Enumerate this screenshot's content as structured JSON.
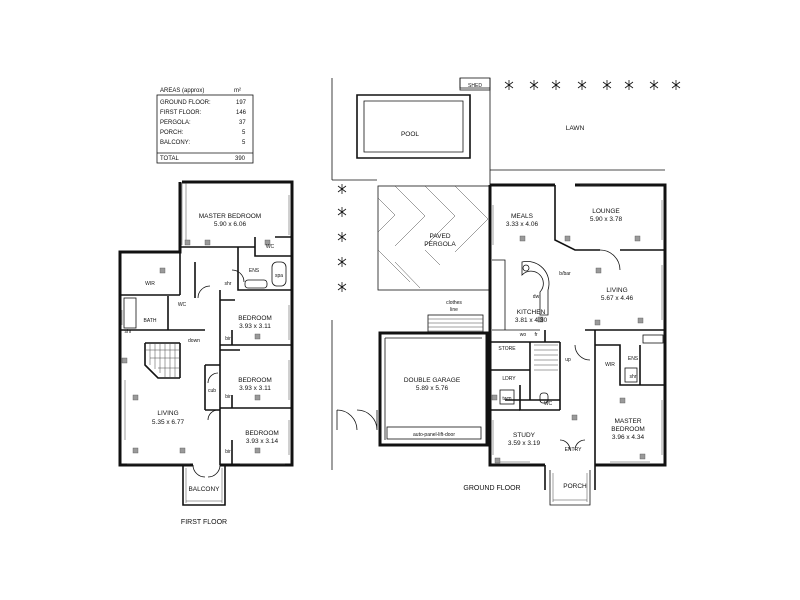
{
  "areas_table": {
    "title": "AREAS (approx)",
    "unit": "m²",
    "rows": [
      {
        "label": "GROUND FLOOR:",
        "value": "197"
      },
      {
        "label": "FIRST FLOOR:",
        "value": "146"
      },
      {
        "label": "PERGOLA:",
        "value": "37"
      },
      {
        "label": "PORCH:",
        "value": "5"
      },
      {
        "label": "BALCONY:",
        "value": "5"
      }
    ],
    "total": {
      "label": "TOTAL",
      "value": "390"
    }
  },
  "first_floor": {
    "caption": "FIRST FLOOR",
    "master_bedroom": {
      "name": "MASTER BEDROOM",
      "dims": "5.90 x 6.06"
    },
    "wc": "WC",
    "ens": "ENS",
    "spa": "spa",
    "shr": "shr",
    "wir": "WIR",
    "bath": "BATH",
    "bath_shr": "shr",
    "bath_wc": "WC",
    "down": "down",
    "bedroom2": {
      "name": "BEDROOM",
      "dims": "3.93 x 3.11"
    },
    "bedroom3": {
      "name": "BEDROOM",
      "dims": "3.93 x 3.11"
    },
    "bedroom4": {
      "name": "BEDROOM",
      "dims": "3.93 x 3.14"
    },
    "living": {
      "name": "LIVING",
      "dims": "5.35 x 6.77"
    },
    "bir": "bir",
    "cub": "cub",
    "balcony": "BALCONY"
  },
  "ground_floor": {
    "caption": "GROUND FLOOR",
    "shed": "SHED",
    "lawn": "LAWN",
    "pool": "POOL",
    "pergola": [
      "PAVED",
      "PERGOLA"
    ],
    "clothes_line": [
      "clothes",
      "line"
    ],
    "garage": {
      "name": "DOUBLE GARAGE",
      "dims": "5.89 x 5.76"
    },
    "garage_door": "auto-panel-lift-door",
    "meals": {
      "name": "MEALS",
      "dims": "3.33 x 4.06"
    },
    "lounge": {
      "name": "LOUNGE",
      "dims": "5.90 x 3.78"
    },
    "living": {
      "name": "LIVING",
      "dims": "5.67 x 4.46"
    },
    "kitchen": {
      "name": "KITCHEN",
      "dims": "3.81 x 4.30"
    },
    "bbar": "b/bar",
    "dw": "dw",
    "wo": "wo",
    "fr": "fr",
    "store": "STORE",
    "up": "up",
    "ldry": "LDRY",
    "twm": "twm",
    "wc": "WC",
    "study": {
      "name": "STUDY",
      "dims": "3.59 x 3.19"
    },
    "entry": "ENTRY",
    "porch": "PORCH",
    "wir": "WIR",
    "ens": "ENS",
    "shr": "shr",
    "master_bedroom": {
      "name": "MASTER",
      "name2": "BEDROOM",
      "dims": "3.96 x 4.34"
    }
  }
}
